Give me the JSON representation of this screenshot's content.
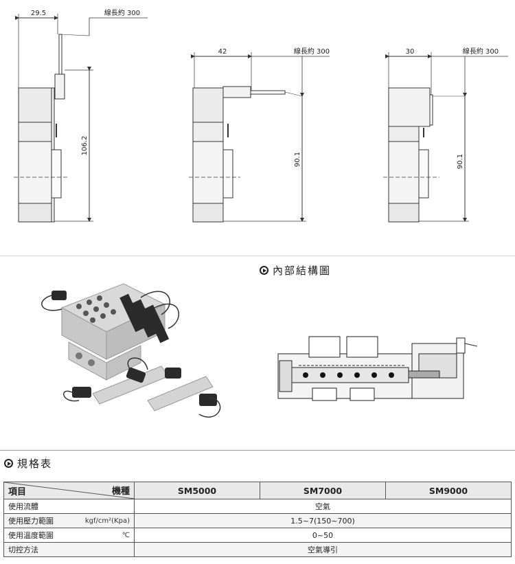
{
  "drawings": {
    "views": [
      {
        "width_dim": "29.5",
        "wire_label": "線長約 300",
        "height_dim": "106.2"
      },
      {
        "width_dim": "42",
        "wire_label": "線長約 300",
        "height_dim": "90.1"
      },
      {
        "width_dim": "30",
        "wire_label": "線長約 300",
        "height_dim": "90.1"
      }
    ]
  },
  "internal_structure": {
    "title": "內部結構圖"
  },
  "spec": {
    "title": "規格表",
    "header_item": "項目",
    "header_model": "機種",
    "models": [
      "SM5000",
      "SM7000",
      "SM9000"
    ],
    "rows": [
      {
        "label": "使用流體",
        "unit": "",
        "value": "空氣"
      },
      {
        "label": "使用壓力範圍",
        "unit": "kgf/cm²(Kpa)",
        "value": "1.5~7(150~700)"
      },
      {
        "label": "使用溫度範圍",
        "unit": "℃",
        "value": "0~50"
      },
      {
        "label": "切控方法",
        "unit": "",
        "value": "空氣導引"
      }
    ]
  }
}
